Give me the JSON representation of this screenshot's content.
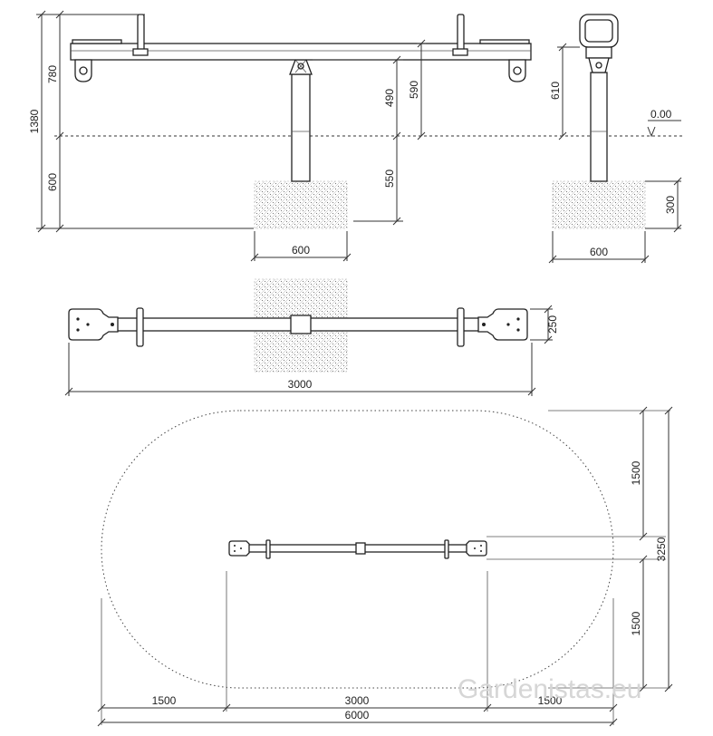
{
  "front_view": {
    "height_total": "1380",
    "height_above": "780",
    "height_below": "600",
    "pivot_to_ground": "490",
    "seat_to_ground": "590",
    "foundation_depth": "550",
    "foundation_width": "600"
  },
  "side_view": {
    "ground_level": "0.00",
    "height_above": "610",
    "foundation_depth": "300",
    "foundation_width": "600"
  },
  "top_view": {
    "width": "250",
    "length": "3000"
  },
  "safety_zone": {
    "half_width_top": "1500",
    "half_width_bottom": "1500",
    "total_width": "3250",
    "margin_left": "1500",
    "equipment_length": "3000",
    "margin_right": "1500",
    "total_length": "6000"
  },
  "watermark": "Gardenistas.eu"
}
